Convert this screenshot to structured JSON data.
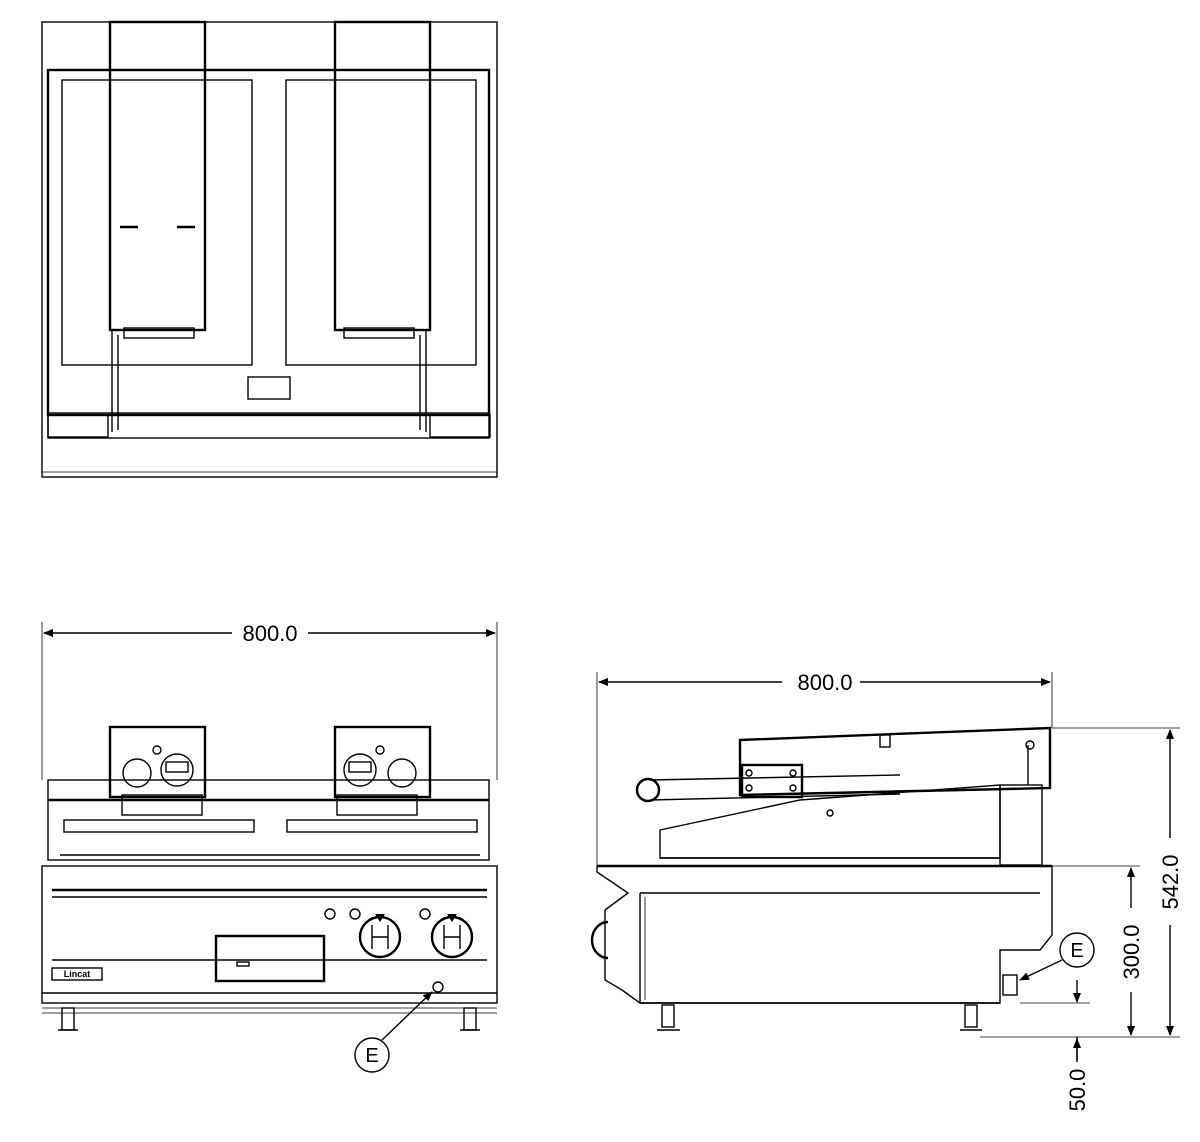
{
  "views": {
    "top": {},
    "front": {
      "width_dim": "800.0",
      "brand": "Lincat",
      "callout": "E"
    },
    "side": {
      "depth_dim": "800.0",
      "height_total": "542.0",
      "height_base": "300.0",
      "leg_height": "50.0",
      "callout": "E"
    }
  }
}
